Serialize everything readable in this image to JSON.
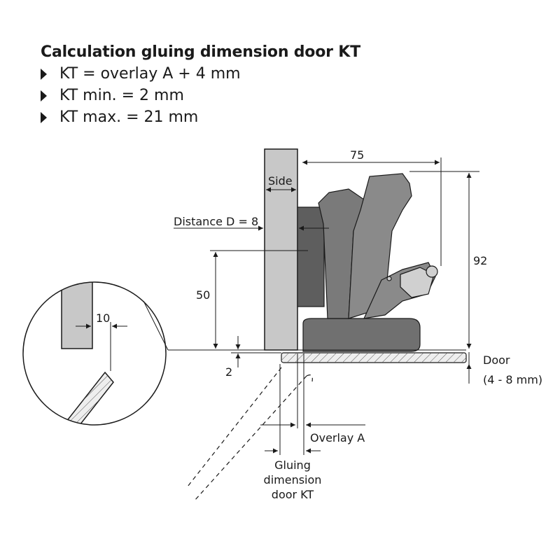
{
  "header": {
    "title": "Calculation gluing dimension door KT",
    "bullets": [
      "KT = overlay A + 4 mm",
      "KT min. = 2 mm",
      "KT max. = 21 mm"
    ]
  },
  "labels": {
    "width_75": "75",
    "height_92": "92",
    "side": "Side",
    "distance_d": "Distance D = 8",
    "height_50": "50",
    "gap_2": "2",
    "door": "Door",
    "door_thickness": "(4 - 8 mm)",
    "overlay": "Overlay A",
    "gluing_line1": "Gluing",
    "gluing_line2": "dimension",
    "gluing_line3": "door KT",
    "detail_10": "10"
  },
  "colors": {
    "side_panel": "#c8c8c8",
    "hinge_dark": "#707070",
    "hinge_mid": "#8a8a8a",
    "hinge_light": "#b8b8b8",
    "door_fill": "#eeeeee",
    "line": "#1a1a1a"
  }
}
